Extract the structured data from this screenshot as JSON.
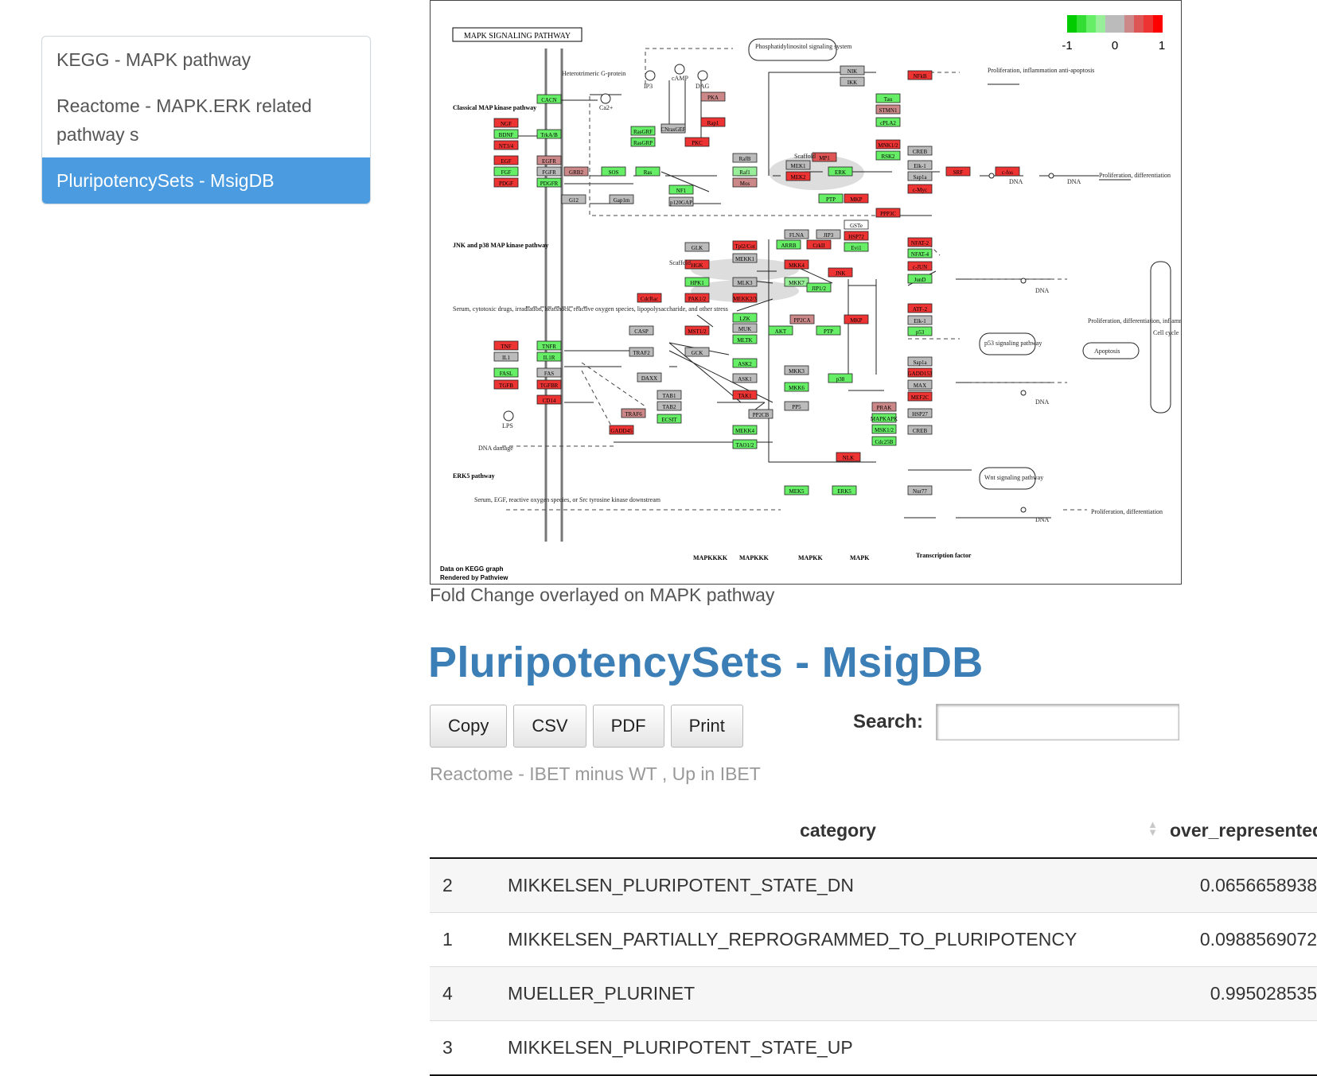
{
  "sidebar": {
    "items": [
      {
        "label": "KEGG - MAPK pathway",
        "active": false
      },
      {
        "label": "Reactome - MAPK.ERK related pathway s",
        "active": false
      },
      {
        "label": "PluripotencySets - MsigDB",
        "active": true
      }
    ]
  },
  "figure": {
    "title": "MAPK SIGNALING PATHWAY",
    "legend_ticks": [
      "-1",
      "0",
      "1"
    ],
    "legend_colors": [
      "#00cc00",
      "#33dd33",
      "#66ee66",
      "#99ee99",
      "#bbbbbb",
      "#bbbbbb",
      "#cc8888",
      "#dd5555",
      "#ee3333",
      "#ff0000"
    ],
    "footer_line1": "Data on KEGG graph",
    "footer_line2": "Rendered by Pathview",
    "section_labels": [
      "Classical MAP kinase pathway",
      "JNK and p38 MAP kinase pathway",
      "ERK5 pathway"
    ],
    "tier_labels": [
      "MAPKKKK",
      "MAPKKK",
      "MAPKK",
      "MAPK",
      "Transcription factor"
    ],
    "nodes": [
      {
        "t": "CACN",
        "c": "#66ee66"
      },
      {
        "t": "NGF",
        "c": "#ee3333"
      },
      {
        "t": "BDNF",
        "c": "#66ee66"
      },
      {
        "t": "NT3/4",
        "c": "#ee3333"
      },
      {
        "t": "TrkA/B",
        "c": "#66ee66"
      },
      {
        "t": "EGF",
        "c": "#ee3333"
      },
      {
        "t": "FGF",
        "c": "#66ee66"
      },
      {
        "t": "PDGF",
        "c": "#ee3333"
      },
      {
        "t": "EGFR",
        "c": "#cc8888"
      },
      {
        "t": "FGFR",
        "c": "#bbbbbb"
      },
      {
        "t": "PDGFR",
        "c": "#66ee66"
      },
      {
        "t": "GRB2",
        "c": "#cc8888"
      },
      {
        "t": "SOS",
        "c": "#66ee66"
      },
      {
        "t": "Ras",
        "c": "#66ee66"
      },
      {
        "t": "RasGRF",
        "c": "#66ee66"
      },
      {
        "t": "RasGRP",
        "c": "#66ee66"
      },
      {
        "t": "CNrasGEF",
        "c": "#bbbbbb"
      },
      {
        "t": "PKA",
        "c": "#cc8888"
      },
      {
        "t": "Rap1",
        "c": "#ee3333"
      },
      {
        "t": "PKC",
        "c": "#ee3333"
      },
      {
        "t": "RafB",
        "c": "#bbbbbb"
      },
      {
        "t": "Raf1",
        "c": "#99ee99"
      },
      {
        "t": "Mos",
        "c": "#cc8888"
      },
      {
        "t": "NF1",
        "c": "#66ee66"
      },
      {
        "t": "p120GAP",
        "c": "#bbbbbb"
      },
      {
        "t": "G12",
        "c": "#bbbbbb"
      },
      {
        "t": "Gap1m",
        "c": "#bbbbbb"
      },
      {
        "t": "MP1",
        "c": "#dd5555"
      },
      {
        "t": "MEK1",
        "c": "#bbbbbb"
      },
      {
        "t": "MEK2",
        "c": "#ee3333"
      },
      {
        "t": "ERK",
        "c": "#66ee66"
      },
      {
        "t": "PTP",
        "c": "#66ee66"
      },
      {
        "t": "MKP",
        "c": "#ee3333"
      },
      {
        "t": "NIK",
        "c": "#bbbbbb"
      },
      {
        "t": "IKK",
        "c": "#bbbbbb"
      },
      {
        "t": "NFkB",
        "c": "#ee3333"
      },
      {
        "t": "Tau",
        "c": "#66ee66"
      },
      {
        "t": "STMN1",
        "c": "#cc8888"
      },
      {
        "t": "cPLA2",
        "c": "#66ee66"
      },
      {
        "t": "MNK1/2",
        "c": "#ee3333"
      },
      {
        "t": "RSK2",
        "c": "#66ee66"
      },
      {
        "t": "CREB",
        "c": "#bbbbbb"
      },
      {
        "t": "Elk-1",
        "c": "#bbbbbb"
      },
      {
        "t": "Sap1a",
        "c": "#bbbbbb"
      },
      {
        "t": "c-Myc",
        "c": "#ee3333"
      },
      {
        "t": "SRF",
        "c": "#ee3333"
      },
      {
        "t": "c-fos",
        "c": "#ee3333"
      },
      {
        "t": "PPP3C",
        "c": "#ee3333"
      },
      {
        "t": "GSTe",
        "c": "#ffffff"
      },
      {
        "t": "FLNA",
        "c": "#bbbbbb"
      },
      {
        "t": "JIP3",
        "c": "#bbbbbb"
      },
      {
        "t": "HSP72",
        "c": "#ee3333"
      },
      {
        "t": "ARRB",
        "c": "#66ee66"
      },
      {
        "t": "CrkII",
        "c": "#ee3333"
      },
      {
        "t": "Evi1",
        "c": "#66ee66"
      },
      {
        "t": "GLK",
        "c": "#bbbbbb"
      },
      {
        "t": "Tpl2/Cot",
        "c": "#ee3333"
      },
      {
        "t": "HGK",
        "c": "#ee3333"
      },
      {
        "t": "MEKK1",
        "c": "#bbbbbb"
      },
      {
        "t": "MKK4",
        "c": "#ee3333"
      },
      {
        "t": "JNK",
        "c": "#ee3333"
      },
      {
        "t": "HPK1",
        "c": "#66ee66"
      },
      {
        "t": "MLK3",
        "c": "#bbbbbb"
      },
      {
        "t": "MKK7",
        "c": "#99ee99"
      },
      {
        "t": "JIP1/2",
        "c": "#66ee66"
      },
      {
        "t": "NFAT-2",
        "c": "#ee3333"
      },
      {
        "t": "NFAT-4",
        "c": "#66ee66"
      },
      {
        "t": "c-JUN",
        "c": "#ee3333"
      },
      {
        "t": "JunD",
        "c": "#66ee66"
      },
      {
        "t": "CdcRac",
        "c": "#ee3333"
      },
      {
        "t": "PAK1/2",
        "c": "#ee3333"
      },
      {
        "t": "MEKK2/3",
        "c": "#ee3333"
      },
      {
        "t": "LZK",
        "c": "#66ee66"
      },
      {
        "t": "MUK",
        "c": "#bbbbbb"
      },
      {
        "t": "MLTK",
        "c": "#66ee66"
      },
      {
        "t": "PP2CA",
        "c": "#cc8888"
      },
      {
        "t": "AKT",
        "c": "#66ee66"
      },
      {
        "t": "PTP",
        "c": "#66ee66"
      },
      {
        "t": "MKP",
        "c": "#ee3333"
      },
      {
        "t": "ATF-2",
        "c": "#ee3333"
      },
      {
        "t": "Elk-1",
        "c": "#bbbbbb"
      },
      {
        "t": "p53",
        "c": "#66ee66"
      },
      {
        "t": "TNF",
        "c": "#ee3333"
      },
      {
        "t": "IL1",
        "c": "#bbbbbb"
      },
      {
        "t": "TNFR",
        "c": "#66ee66"
      },
      {
        "t": "IL1R",
        "c": "#66ee66"
      },
      {
        "t": "CASP",
        "c": "#bbbbbb"
      },
      {
        "t": "MST1/2",
        "c": "#ee3333"
      },
      {
        "t": "TRAF2",
        "c": "#bbbbbb"
      },
      {
        "t": "GCK",
        "c": "#bbbbbb"
      },
      {
        "t": "ASK2",
        "c": "#66ee66"
      },
      {
        "t": "FASL",
        "c": "#66ee66"
      },
      {
        "t": "TGFB",
        "c": "#ee3333"
      },
      {
        "t": "FAS",
        "c": "#bbbbbb"
      },
      {
        "t": "TGFBR",
        "c": "#ee3333"
      },
      {
        "t": "DAXX",
        "c": "#bbbbbb"
      },
      {
        "t": "ASK1",
        "c": "#bbbbbb"
      },
      {
        "t": "MKK3",
        "c": "#bbbbbb"
      },
      {
        "t": "MKK6",
        "c": "#66ee66"
      },
      {
        "t": "p38",
        "c": "#66ee66"
      },
      {
        "t": "Sap1a",
        "c": "#bbbbbb"
      },
      {
        "t": "GADD153",
        "c": "#ee3333"
      },
      {
        "t": "MAX",
        "c": "#bbbbbb"
      },
      {
        "t": "MEF2C",
        "c": "#ee3333"
      },
      {
        "t": "CD14",
        "c": "#ee3333"
      },
      {
        "t": "TAB1",
        "c": "#bbbbbb"
      },
      {
        "t": "TAB2",
        "c": "#bbbbbb"
      },
      {
        "t": "ECSIT",
        "c": "#66ee66"
      },
      {
        "t": "TAK1",
        "c": "#ee3333"
      },
      {
        "t": "TRAF6",
        "c": "#cc8888"
      },
      {
        "t": "PP2CB",
        "c": "#bbbbbb"
      },
      {
        "t": "PP5",
        "c": "#bbbbbb"
      },
      {
        "t": "PRAK",
        "c": "#cc8888"
      },
      {
        "t": "MAPKAPK",
        "c": "#66ee66"
      },
      {
        "t": "MSK1/2",
        "c": "#66ee66"
      },
      {
        "t": "Cdc25B",
        "c": "#66ee66"
      },
      {
        "t": "HSP27",
        "c": "#bbbbbb"
      },
      {
        "t": "CREB",
        "c": "#bbbbbb"
      },
      {
        "t": "GADD45",
        "c": "#ee3333"
      },
      {
        "t": "MEKK4",
        "c": "#66ee66"
      },
      {
        "t": "TAO1/2",
        "c": "#66ee66"
      },
      {
        "t": "NLK",
        "c": "#ee3333"
      },
      {
        "t": "MEK5",
        "c": "#66ee66"
      },
      {
        "t": "ERK5",
        "c": "#66ee66"
      },
      {
        "t": "Nur77",
        "c": "#bbbbbb"
      }
    ],
    "text_labels": [
      "Phosphatidylinositol signaling system",
      "Heterotrimeric G-protein",
      "cAMP",
      "DAG",
      "IP3",
      "Ca2+",
      "Scaffold",
      "Scaffold",
      "DNA",
      "DNA",
      "DNA",
      "DNA",
      "DNA",
      "Proliferation, inflammation anti-apoptosis",
      "Proliferation, differentiation",
      "Proliferation, differentiation, inflammation",
      "Apoptosis",
      "Cell cycle",
      "p53 signaling pathway",
      "Wnt signaling pathway",
      "Proliferation, differentiation",
      "Serum, cytotoxic drugs, irradiation, heatshock, reactive oxygen species, lipopolysaccharide, and other stress",
      "DNA damage",
      "LPS",
      "Serum, EGF, reactive oxygen species, or Src tyrosine kinase downstream"
    ]
  },
  "caption": "Fold Change overlayed on MAPK pathway",
  "section_title": "PluripotencySets - MsigDB",
  "buttons": {
    "copy": "Copy",
    "csv": "CSV",
    "pdf": "PDF",
    "print": "Print"
  },
  "search": {
    "label": "Search:",
    "value": ""
  },
  "table": {
    "subtitle": "Reactome - IBET minus WT , Up in IBET",
    "headers": {
      "index": "",
      "category": "category",
      "pvalue": "over_represented_p"
    },
    "rows": [
      {
        "idx": "2",
        "category": "MIKKELSEN_PLURIPOTENT_STATE_DN",
        "pvalue": "0.0656658938"
      },
      {
        "idx": "1",
        "category": "MIKKELSEN_PARTIALLY_REPROGRAMMED_TO_PLURIPOTENCY",
        "pvalue": "0.0988569072"
      },
      {
        "idx": "4",
        "category": "MUELLER_PLURINET",
        "pvalue": "0.995028535"
      },
      {
        "idx": "3",
        "category": "MIKKELSEN_PLURIPOTENT_STATE_UP",
        "pvalue": ""
      }
    ]
  }
}
